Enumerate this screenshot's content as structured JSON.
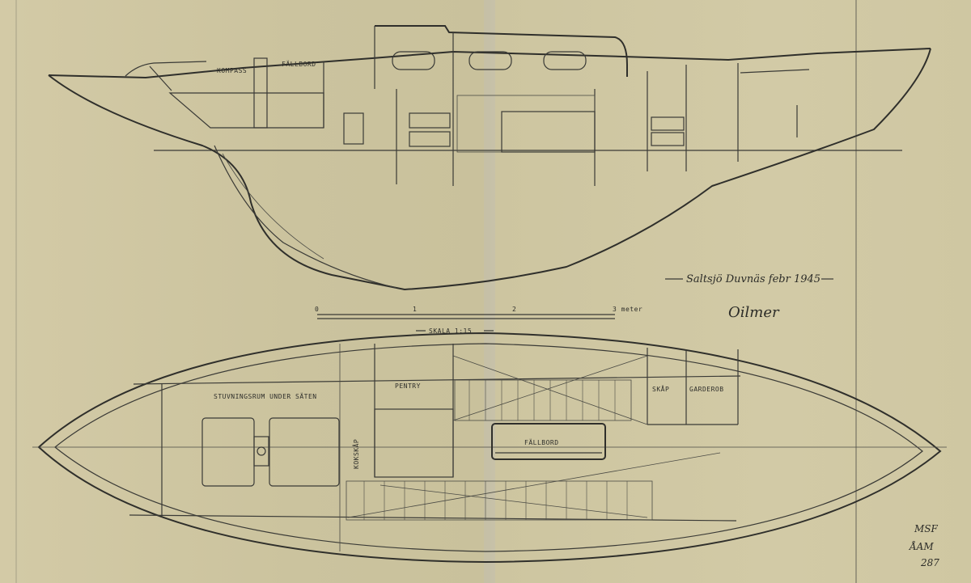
{
  "labels": {
    "kompass": "KOMPASS",
    "fallbord_top": "FÄLLBORD",
    "stuvningsrum": "STUVNINGSRUM UNDER SÄTEN",
    "pentry": "PENTRY",
    "skap": "SKÅP",
    "garderob": "GARDEROB",
    "fallbord_plan": "FÄLLBORD",
    "kokskap": "KOKSKÅP"
  },
  "title_line": "Saltsjö Duvnäs febr 1945",
  "signature": "Oilmer",
  "scale": {
    "caption": "SKALA 1:15",
    "ticks": [
      "0",
      "1",
      "2",
      "3 meter"
    ]
  },
  "archive_mark": {
    "line1": "MSF",
    "line2": "ÅAM",
    "line3": "287"
  },
  "colors": {
    "paper": "#cfc7a3",
    "ink": "#3a3a36"
  }
}
